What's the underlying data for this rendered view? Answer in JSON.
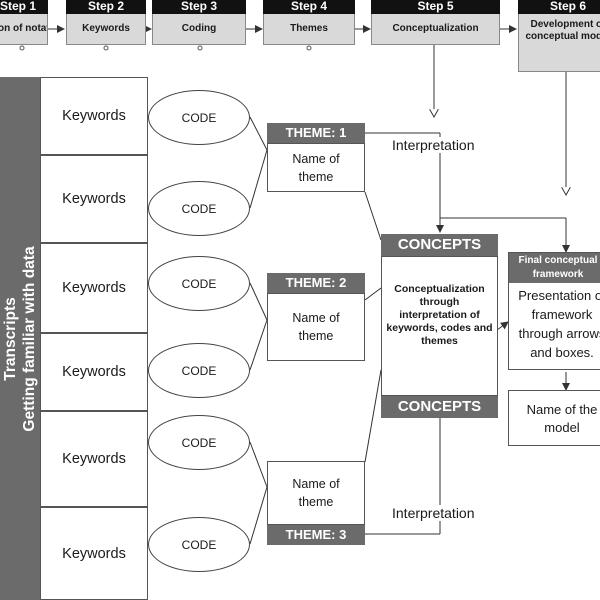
{
  "steps": [
    {
      "step": "Step 1",
      "name": "Selection of notations"
    },
    {
      "step": "Step 2",
      "name": "Keywords"
    },
    {
      "step": "Step 3",
      "name": "Coding"
    },
    {
      "step": "Step 4",
      "name": "Themes"
    },
    {
      "step": "Step 5",
      "name": "Conceptualization"
    },
    {
      "step": "Step 6",
      "name": "Development of conceptual model"
    }
  ],
  "sidebar": {
    "line1": "Transcripts",
    "line2": "Getting familiar with data"
  },
  "keywords": [
    "Keywords",
    "Keywords",
    "Keywords",
    "Keywords",
    "Keywords",
    "Keywords"
  ],
  "codes": [
    "CODE",
    "CODE",
    "CODE",
    "CODE",
    "CODE",
    "CODE"
  ],
  "themes": [
    {
      "label": "THEME: 1",
      "name": "Name of theme"
    },
    {
      "label": "THEME: 2",
      "name": "Name of theme"
    },
    {
      "label": "THEME: 3",
      "name": "Name of theme"
    }
  ],
  "interpretation": [
    "Interpretation",
    "Interpretation"
  ],
  "concepts": {
    "top_label": "CONCEPTS",
    "bottom_label": "CONCEPTS",
    "body": "Conceptualization through interpretation of keywords, codes and themes"
  },
  "final": {
    "header": "Final conceptual framework",
    "body": "Presentation of framework through arrows and boxes.",
    "model_name": "Name of the model"
  }
}
